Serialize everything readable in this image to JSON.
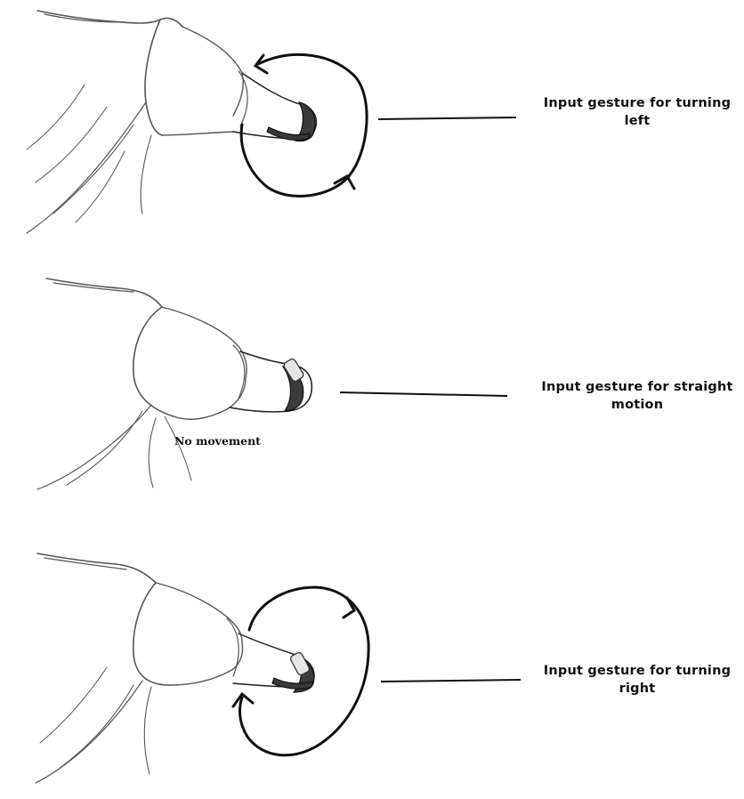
{
  "gestures": [
    {
      "id": "turn-left",
      "label": "Input gesture for turning left",
      "rotation": "counter-clockwise"
    },
    {
      "id": "straight",
      "label": "Input gesture for straight motion",
      "note": "No movement"
    },
    {
      "id": "turn-right",
      "label": "Input gesture for turning right",
      "rotation": "clockwise"
    }
  ],
  "colors": {
    "ink": "#111111",
    "sketch": "#555555",
    "strap": "#3a3a3a",
    "background": "#ffffff"
  }
}
